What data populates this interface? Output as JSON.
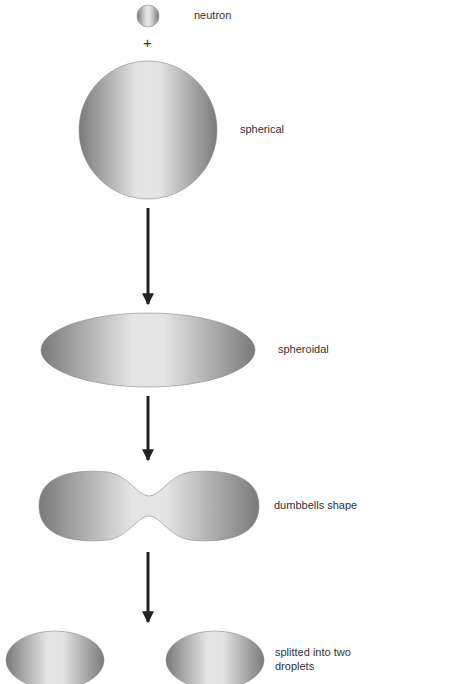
{
  "diagram": {
    "nodes": [
      {
        "text": [
          "neutron"
        ]
      },
      {
        "text": [
          "spherical"
        ]
      },
      {
        "text": [
          "spheroidal"
        ]
      },
      {
        "text": [
          "dumbbells shape"
        ]
      },
      {
        "text": [
          "splitted into two droplets"
        ]
      }
    ],
    "edges": [
      {
        "from": 1,
        "to": 2,
        "arrow": "to"
      },
      {
        "from": 2,
        "to": 3,
        "arrow": "to"
      },
      {
        "from": 3,
        "to": 4,
        "arrow": "to"
      }
    ],
    "labels": [
      "+"
    ]
  }
}
